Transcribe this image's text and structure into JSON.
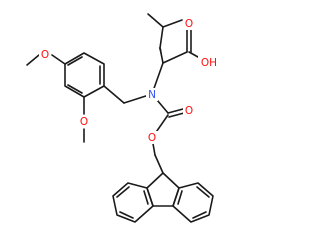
{
  "molecule": {
    "atoms": {
      "carboxyl_oh": "OH",
      "carbonyl_o_acid": "O",
      "n_amide": "N",
      "carbonyl_o_carbamate": "O",
      "ester_o": "O",
      "methoxy_o_4": "O",
      "methoxy_o_2": "O"
    },
    "colors": {
      "oxygen": "#ff0d0d",
      "nitrogen": "#3050f8",
      "bond": "#1a1a1a"
    }
  }
}
